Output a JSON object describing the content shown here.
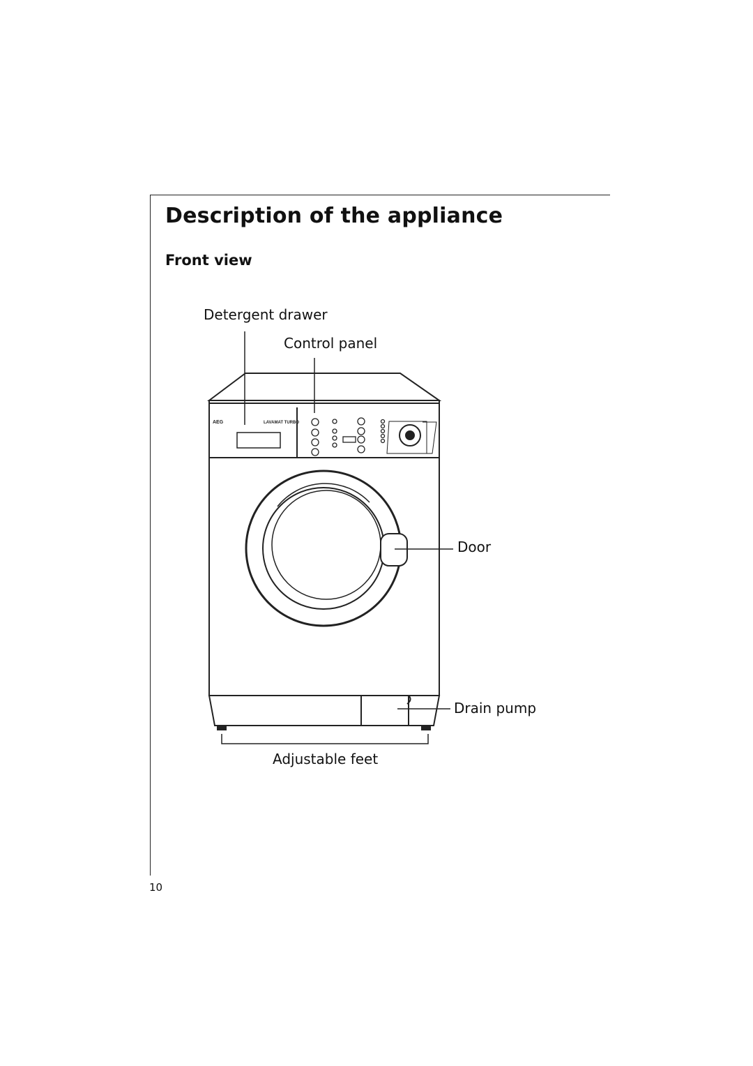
{
  "title": "Description of the appliance",
  "section": "Front view",
  "labels": {
    "detergent_drawer": "Detergent drawer",
    "control_panel": "Control panel",
    "door": "Door",
    "drain_pump": "Drain pump",
    "adjustable_feet": "Adjustable feet"
  },
  "panel": {
    "brand": "AEG",
    "model": "LAVAMAT TURBO"
  },
  "page_number": "10"
}
